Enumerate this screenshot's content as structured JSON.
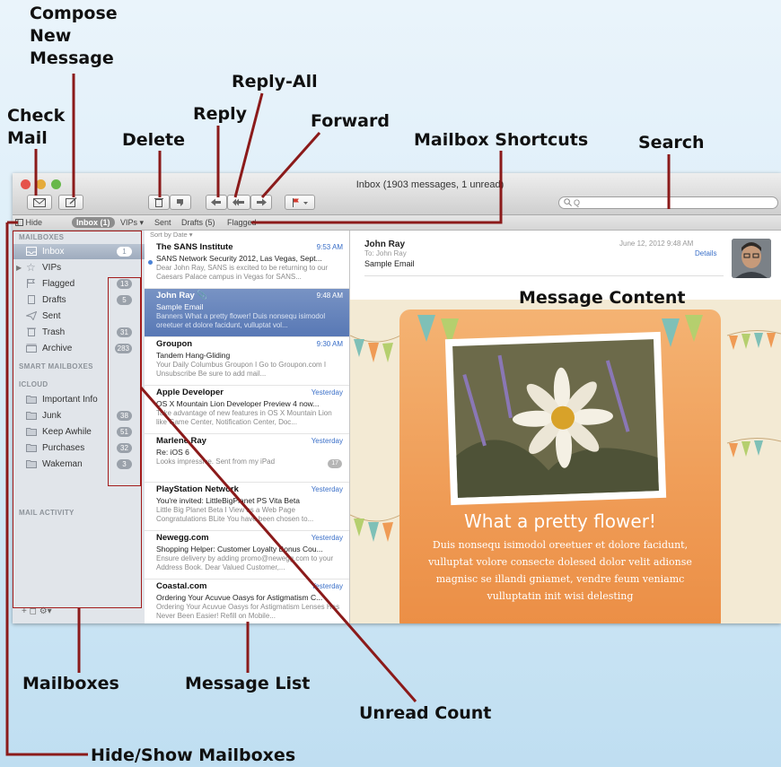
{
  "callouts": {
    "compose": "Compose New Message",
    "compose_l1": "Compose",
    "compose_l2": "New",
    "compose_l3": "Message",
    "check_l1": "Check",
    "check_l2": "Mail",
    "reply_all": "Reply-All",
    "reply": "Reply",
    "forward": "Forward",
    "delete": "Delete",
    "mailbox_shortcuts": "Mailbox Shortcuts",
    "search": "Search",
    "message_content": "Message Content",
    "mailboxes": "Mailboxes",
    "message_list": "Message List",
    "unread_count": "Unread Count",
    "hide_show": "Hide/Show Mailboxes"
  },
  "window": {
    "title": "Inbox (1903 messages, 1 unread)",
    "search_placeholder": "Q"
  },
  "favorites_bar": {
    "hide": "Hide",
    "inbox": "Inbox (1)",
    "vips": "VIPs ▾",
    "sent": "Sent",
    "drafts": "Drafts (5)",
    "flagged": "Flagged"
  },
  "sidebar": {
    "mailboxes_header": "MAILBOXES",
    "items": [
      {
        "label": "Inbox",
        "badge": "1",
        "icon": "inbox-icon"
      },
      {
        "label": "VIPs",
        "badge": "",
        "icon": "star-icon"
      },
      {
        "label": "Flagged",
        "badge": "13",
        "icon": "flag-icon"
      },
      {
        "label": "Drafts",
        "badge": "5",
        "icon": "document-icon"
      },
      {
        "label": "Sent",
        "badge": "",
        "icon": "paper-plane-icon"
      },
      {
        "label": "Trash",
        "badge": "31",
        "icon": "trash-icon"
      },
      {
        "label": "Archive",
        "badge": "283",
        "icon": "archive-icon"
      }
    ],
    "smart_header": "SMART MAILBOXES",
    "icloud_header": "ICLOUD",
    "icloud_items": [
      {
        "label": "Important Info",
        "badge": ""
      },
      {
        "label": "Junk",
        "badge": "38"
      },
      {
        "label": "Keep Awhile",
        "badge": "51"
      },
      {
        "label": "Purchases",
        "badge": "32"
      },
      {
        "label": "Wakeman",
        "badge": "3"
      }
    ],
    "activity_header": "MAIL ACTIVITY",
    "footer": "+   ◻   ⚙▾"
  },
  "message_list": {
    "sort_label": "Sort by Date ▾",
    "messages": [
      {
        "from": "The SANS Institute",
        "time": "9:53 AM",
        "subject": "SANS Network Security 2012, Las Vegas, Sept...",
        "preview": "Dear John Ray, SANS is excited to be returning to our Caesars Palace campus in Vegas for SANS..."
      },
      {
        "from": "John Ray",
        "time": "9:48 AM",
        "subject": "Sample Email",
        "preview": "Banners What a pretty flower! Duis nonsequ isimodol oreetuer et dolore facidunt, vulluptat vol..."
      },
      {
        "from": "Groupon",
        "time": "9:30 AM",
        "subject": "Tandem Hang-Gliding",
        "preview": "Your Daily Columbus Groupon I Go to Groupon.com I Unsubscribe Be sure to add mail..."
      },
      {
        "from": "Apple Developer",
        "time": "Yesterday",
        "subject": "OS X Mountain Lion Developer Preview 4 now...",
        "preview": "Take advantage of new features in OS X Mountain Lion like Game Center, Notification Center, Doc..."
      },
      {
        "from": "Marlene Ray",
        "time": "Yesterday",
        "subject": "Re: iOS 6",
        "preview": "Looks impressive. Sent from my iPad",
        "count": "17"
      },
      {
        "from": "PlayStation Network",
        "time": "Yesterday",
        "subject": "You're invited: LittleBigPlanet PS Vita Beta",
        "preview": "Little Big Planet Beta I View as a Web Page Congratulations BLite You have been chosen to..."
      },
      {
        "from": "Newegg.com",
        "time": "Yesterday",
        "subject": "Shopping Helper: Customer Loyalty Bonus Cou...",
        "preview": "Ensure delivery by adding promo@newegg.com to your Address Book. Dear Valued Customer,..."
      },
      {
        "from": "Coastal.com",
        "time": "Yesterday",
        "subject": "Ordering Your Acuvue Oasys for Astigmatism C...",
        "preview": "Ordering Your Acuvue Oasys for Astigmatism Lenses Has Never Been Easier! Refill on Mobile..."
      }
    ]
  },
  "message": {
    "from": "John Ray",
    "to": "To:  John Ray",
    "subject": "Sample Email",
    "date": "June 12, 2012  9:48 AM",
    "details": "Details",
    "card_title": "What a pretty flower!",
    "card_body": "Duis nonsequ isimodol oreetuer et dolore facidunt, vulluptat volore consecte dolesed dolor velit adionse magnisc se illandi gniamet, vendre feum veniamc vulluptatin init wisi delesting"
  },
  "colors": {
    "leader": "#8b1a1a",
    "selection": "#5878b5",
    "card": "#ef9b55"
  }
}
